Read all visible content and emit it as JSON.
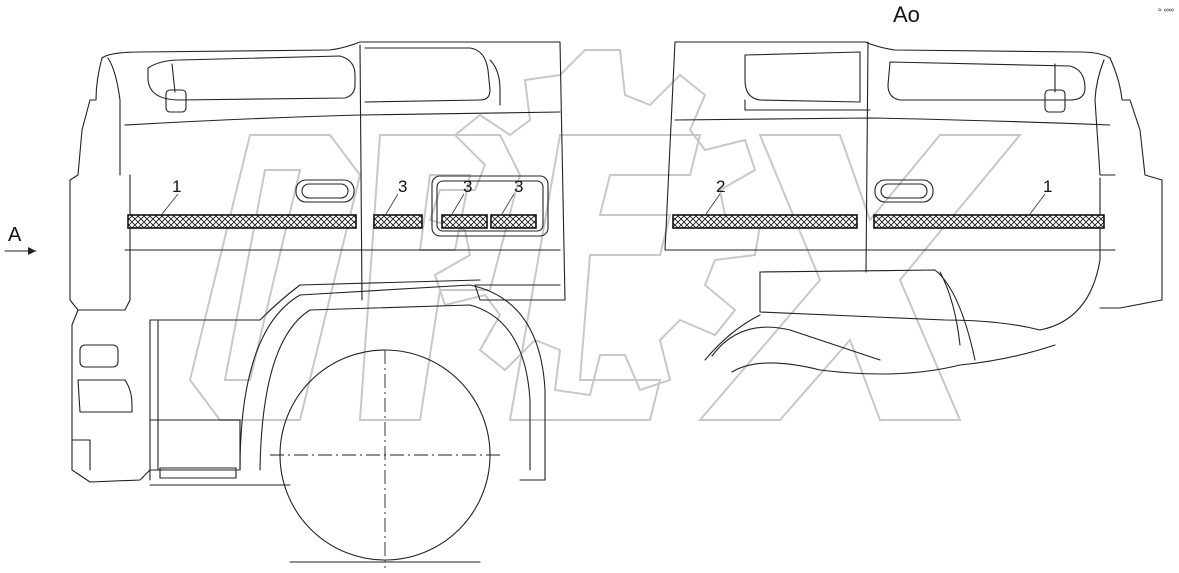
{
  "view": {
    "arrow_label": "A",
    "section_label": "Aο",
    "corner_mark": "≈ ∞∞"
  },
  "callouts": [
    {
      "id": "left-strip-1",
      "label": "1"
    },
    {
      "id": "left-strip-3a",
      "label": "3"
    },
    {
      "id": "left-strip-3b",
      "label": "3"
    },
    {
      "id": "left-strip-3c",
      "label": "3"
    },
    {
      "id": "right-strip-2",
      "label": "2"
    },
    {
      "id": "right-strip-1",
      "label": "1"
    }
  ],
  "watermark": {
    "text": "OPEX"
  }
}
